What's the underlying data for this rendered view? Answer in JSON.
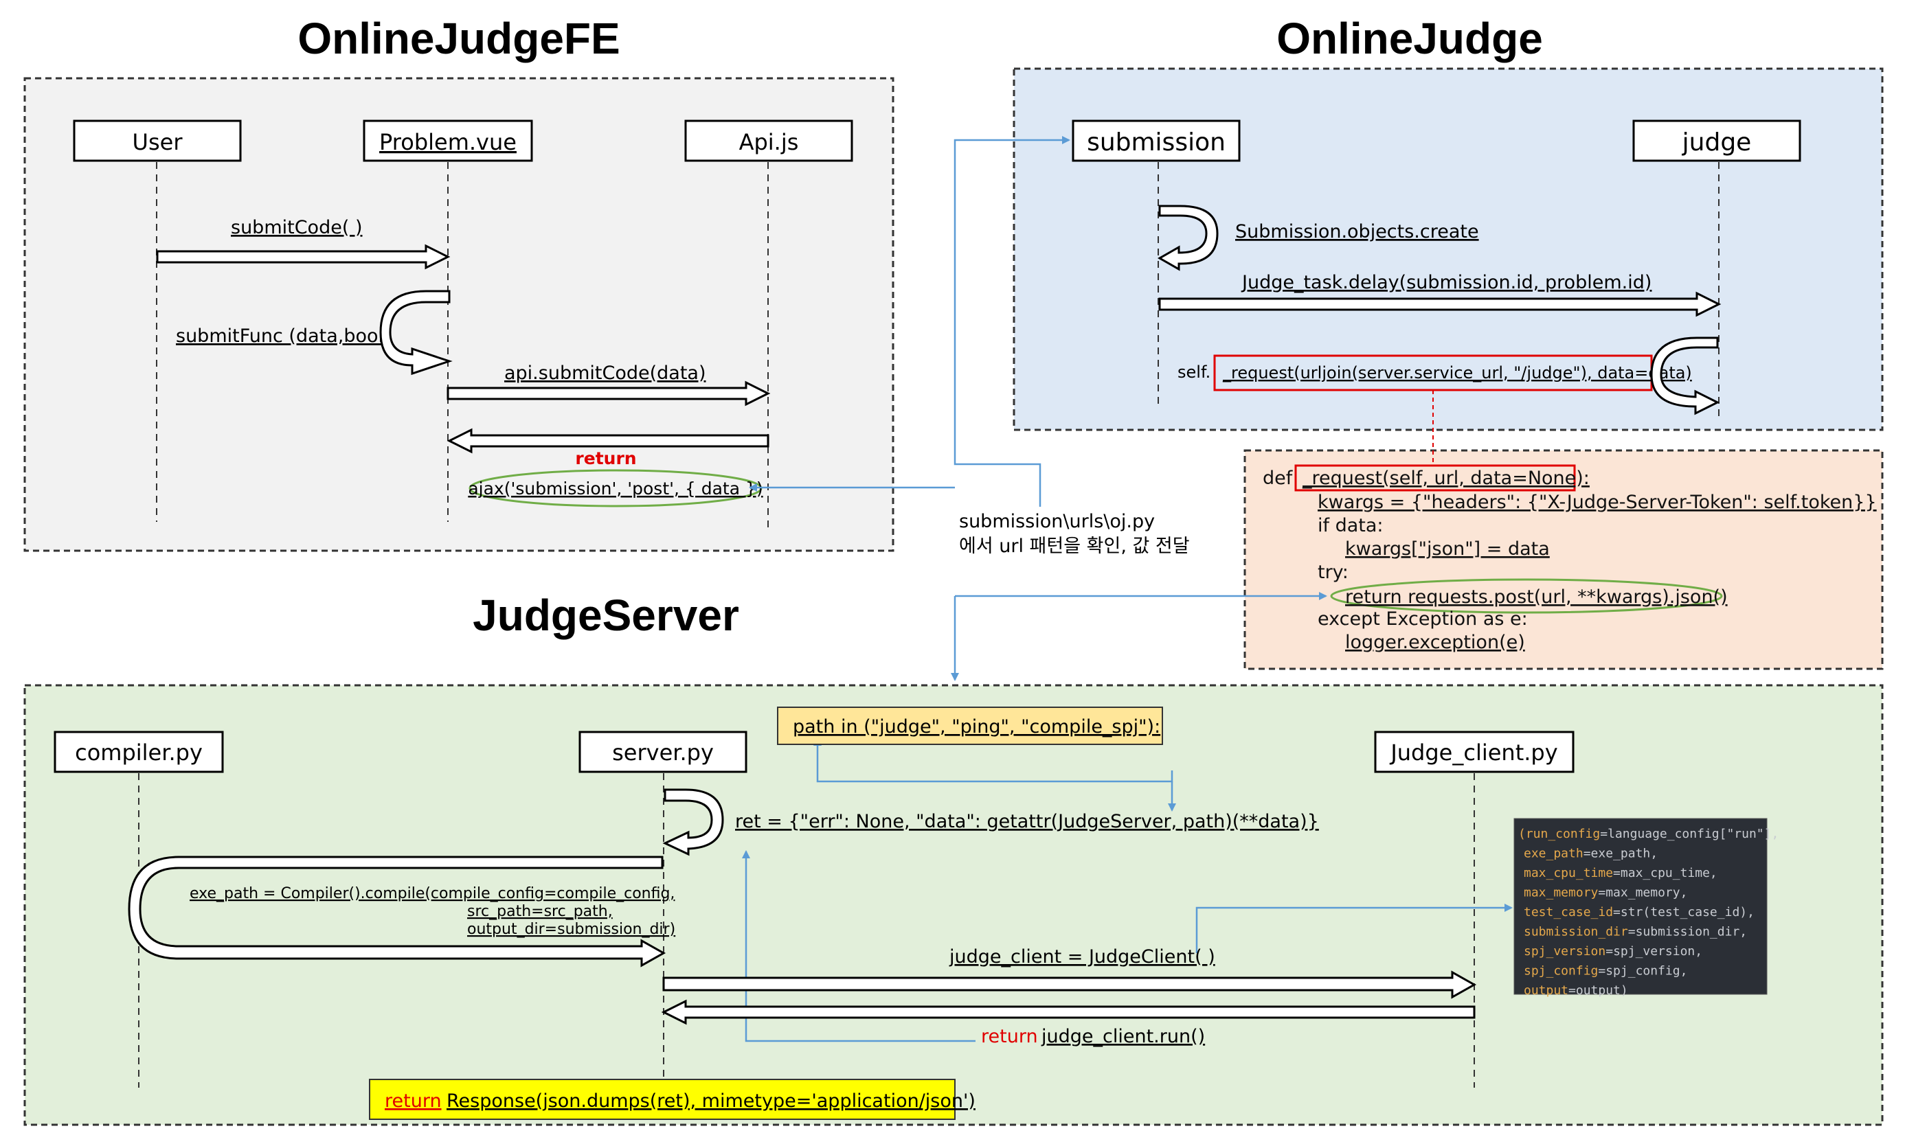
{
  "sections": {
    "fe_title": "OnlineJudgeFE",
    "oj_title": "OnlineJudge",
    "js_title": "JudgeServer"
  },
  "fe": {
    "user": "User",
    "problem": "Problem.vue",
    "api": "Api.js",
    "submit_code": "submitCode( )",
    "submit_func": "submitFunc (data,bool)",
    "api_submit": "api.submitCode(data)",
    "return_label": "return",
    "ajax": "ajax('submission', 'post', { data })"
  },
  "oj": {
    "submission": "submission",
    "judge": "judge",
    "objects_create": "Submission.objects.create",
    "judge_task": "Judge_task.delay(submission.id, problem.id)",
    "self_prefix": "self.",
    "request_call": "_request(urljoin(server.service_url, \"/judge\"), data=data)"
  },
  "url_note": {
    "line1": "submission\\urls\\oj.py",
    "line2": "에서 url 패턴을 확인, 값 전달"
  },
  "request_code": {
    "def_kw": "def",
    "signature": "_request(self, url, data=None):",
    "l1": "kwargs = {\"headers\": {\"X-Judge-Server-Token\": self.token}}",
    "l2": "if data:",
    "l3": "kwargs[\"json\"] = data",
    "l4": "try:",
    "l5": "return requests.post(url, **kwargs).json()",
    "l6": "except Exception as e:",
    "l7": "logger.exception(e)"
  },
  "js": {
    "compiler": "compiler.py",
    "server": "server.py",
    "judge_client": "Judge_client.py",
    "path_in": "path in (\"judge\", \"ping\", \"compile_spj\"):",
    "ret": "ret = {\"err\": None, \"data\": getattr(JudgeServer, path)(**data)}",
    "exe1": "exe_path = Compiler().compile(compile_config=compile_config,",
    "exe2": "src_path=src_path,",
    "exe3": "output_dir=submission_dir)",
    "judge_client_new": "judge_client = JudgeClient( )",
    "return_kw": "return",
    "run_call": "judge_client.run()",
    "response": "Response(json.dumps(ret), mimetype='application/json')"
  },
  "config_code": [
    {
      "k": "(run_config",
      "v": "language_config[\"run\"],"
    },
    {
      "k": "exe_path",
      "v": "exe_path,"
    },
    {
      "k": "max_cpu_time",
      "v": "max_cpu_time,"
    },
    {
      "k": "max_memory",
      "v": "max_memory,"
    },
    {
      "k": "test_case_id",
      "v": "str(test_case_id),"
    },
    {
      "k": "submission_dir",
      "v": "submission_dir,"
    },
    {
      "k": "spj_version",
      "v": "spj_version,"
    },
    {
      "k": "spj_config",
      "v": "spj_config,"
    },
    {
      "k": "output",
      "v": "output)"
    }
  ],
  "colors": {
    "fe_bg": "#f2f2f2",
    "oj_bg": "#dde8f5",
    "req_bg": "#fbe5d6",
    "js_bg": "#e2efda",
    "link_blue": "#5b9bd5",
    "red": "#e00000",
    "green": "#70ad47",
    "yellow": "#ffff00",
    "path_bg": "#ffe699",
    "code_bg": "#2b2f36"
  }
}
